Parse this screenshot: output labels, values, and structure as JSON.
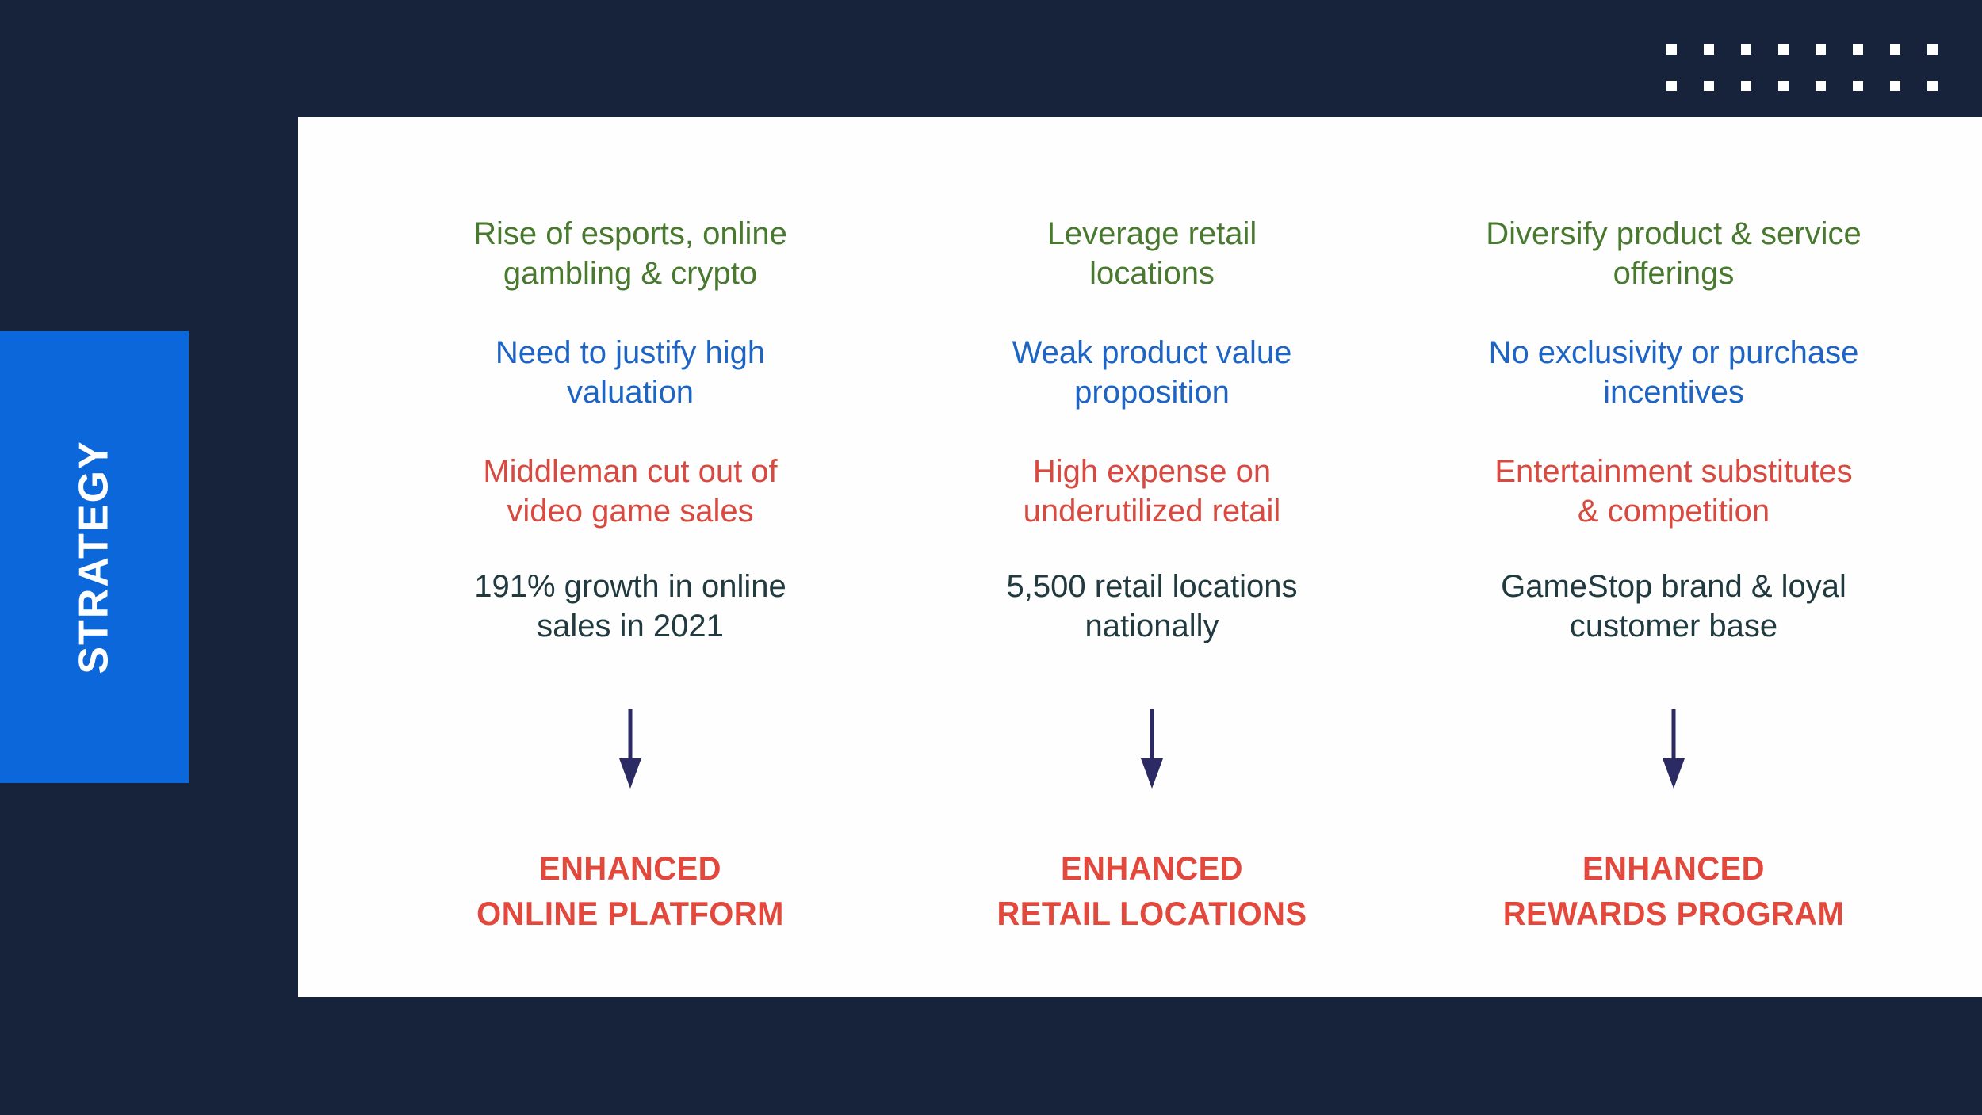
{
  "slide": {
    "section_label": "STRATEGY"
  },
  "colors": {
    "background_navy": "#16233B",
    "tab_blue": "#0B67DA",
    "panel_white": "#FEFEFE",
    "green_text": "#48792E",
    "blue_text": "#1D64C4",
    "red_text": "#D84A40",
    "dark_text": "#213A3F",
    "arrow_navy": "#2B2A64",
    "outcome_red": "#E2483B",
    "dot_white": "#FFFFFF"
  },
  "columns": [
    {
      "id": "online-platform",
      "green_text": "Rise of esports, online\ngambling & crypto",
      "blue_text": "Need to justify high\nvaluation",
      "red_text": "Middleman cut out of\nvideo game sales",
      "dark_text": "191% growth in online\nsales in 2021",
      "outcome_label": "ENHANCED\nONLINE PLATFORM"
    },
    {
      "id": "retail-locations",
      "green_text": "Leverage retail\nlocations",
      "blue_text": "Weak product value\nproposition",
      "red_text": "High expense on\nunderutilized retail",
      "dark_text": "5,500 retail locations\nnationally",
      "outcome_label": "ENHANCED\nRETAIL LOCATIONS"
    },
    {
      "id": "rewards-program",
      "green_text": "Diversify product & service\nofferings",
      "blue_text": "No exclusivity or purchase\nincentives",
      "red_text": "Entertainment substitutes\n& competition",
      "dark_text": "GameStop brand & loyal\ncustomer base",
      "outcome_label": "ENHANCED\nREWARDS PROGRAM"
    }
  ]
}
